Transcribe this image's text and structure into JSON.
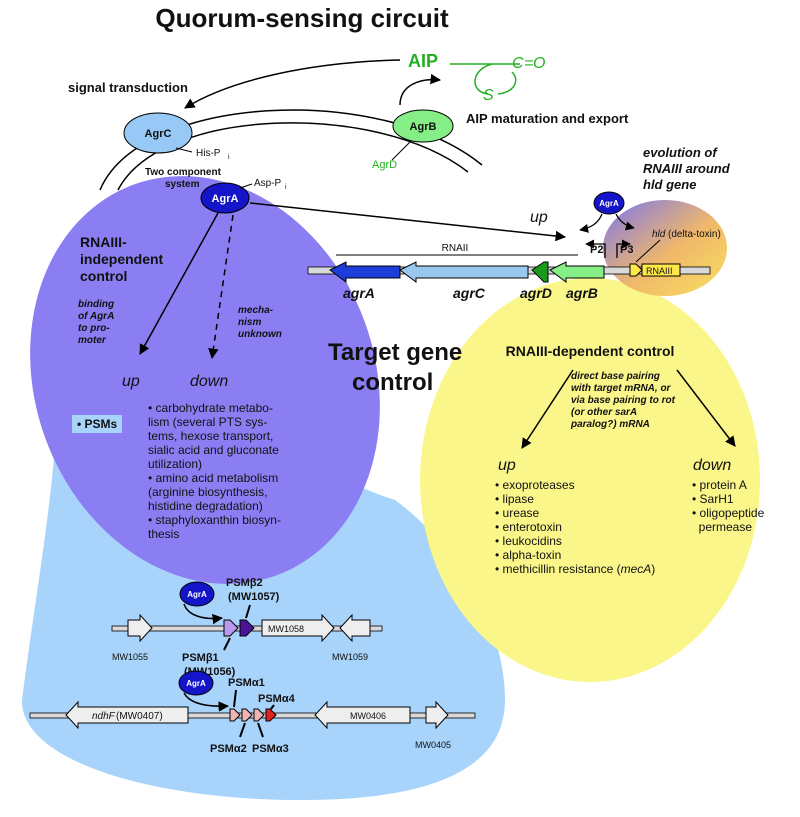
{
  "title": "Quorum-sensing circuit",
  "target_title": "Target gene control",
  "aip": {
    "label": "AIP",
    "ring_c": "C",
    "ring_o": "O",
    "ring_s": "S",
    "eq": "="
  },
  "signal_transduction": "signal transduction",
  "aip_maturation": "AIP maturation and export",
  "proteins": {
    "agrc": "AgrC",
    "agrb": "AgrB",
    "agrd": "AgrD",
    "agra": "AgrA",
    "his_pi": "His-P",
    "asp_pi": "Asp-P",
    "sub_i": "i"
  },
  "two_component": [
    "Two component",
    "system"
  ],
  "evolution": [
    "evolution of",
    "RNAIII around",
    "hld gene"
  ],
  "operon": {
    "rnaii": "RNAII",
    "p2": "P2",
    "p3": "P3",
    "up": "up",
    "hld_gene": "hld",
    "hld_desc": "(delta-toxin)",
    "rnaiii": "RNAIII",
    "genes": [
      "agrA",
      "agrC",
      "agrD",
      "agrB"
    ]
  },
  "independent": {
    "heading": [
      "RNAIII-",
      "independent",
      "control"
    ],
    "binding": [
      "binding",
      "of AgrA",
      "to pro-",
      "moter"
    ],
    "mechanism": [
      "mecha-",
      "nism",
      "unknown"
    ],
    "up": "up",
    "psms": "• PSMs",
    "down": "down",
    "down_list": [
      "• carbohydrate metabo-",
      "lism (several PTS sys-",
      "tems, hexose transport,",
      "sialic acid and gluconate",
      "utilization)",
      "• amino acid metabolism",
      "(arginine biosynthesis,",
      "histidine degradation)",
      "• staphyloxanthin biosyn-",
      "thesis"
    ]
  },
  "dependent": {
    "heading": "RNAIII-dependent control",
    "note": [
      "direct base pairing",
      "with target mRNA, or",
      "via base pairing to rot",
      "(or other sarA",
      "paralog?) mRNA"
    ],
    "up": "up",
    "up_list": [
      "• exoproteases",
      "• lipase",
      "• urease",
      "• enterotoxin",
      "• leukocidins",
      "• alpha-toxin"
    ],
    "methicillin": "• methicillin resistance (",
    "mec": "mecA",
    "close": ")",
    "down": "down",
    "down_list": [
      "• protein A",
      "• SarH1",
      "• oligopeptide",
      "  permease"
    ]
  },
  "psm_beta": {
    "agra": "AgrA",
    "b2": "PSMβ2",
    "b2_id": "(MW1057)",
    "b1": "PSMβ1",
    "b1_id": "(MW1056)",
    "mw1055": "MW1055",
    "mw1058": "MW1058",
    "mw1059": "MW1059"
  },
  "psm_alpha": {
    "agra": "AgrA",
    "a1": "PSMα1",
    "a4": "PSMα4",
    "a2": "PSMα2",
    "a3": "PSMα3",
    "ndhf": "ndhF",
    "ndhf_id": " (MW0407)",
    "mw0406": "MW0406",
    "mw0405": "MW0405"
  },
  "colors": {
    "purple": "#8b7ef2",
    "lightblue": "#a8d4fb",
    "yellow": "#fbf68a",
    "agrc": "#98c8f5",
    "agrb": "#86ee86",
    "agra": "#1414c8",
    "gene_agrA": "#1e3cd8",
    "gene_agrC": "#9ac7ee",
    "gene_agrD": "#1a9a1a",
    "gene_agrB": "#86ee86",
    "aip": "#22b022",
    "psm_pink": "#f0b4b4",
    "psm_red": "#e02424",
    "psm_violet": "#b898f0",
    "psm_dark": "#4a1496"
  }
}
